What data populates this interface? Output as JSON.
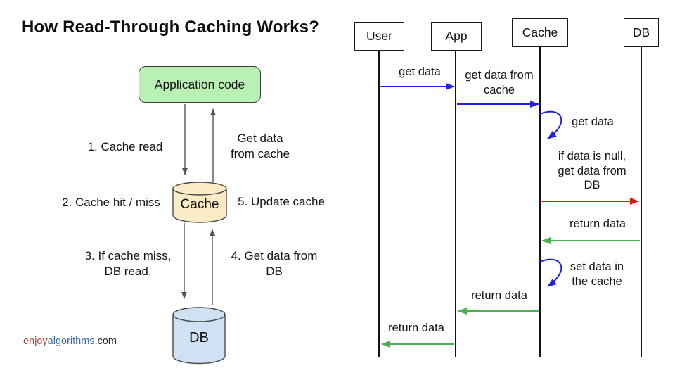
{
  "title": "How Read-Through Caching Works?",
  "watermark": {
    "part1": "enjoy",
    "part2": "algorithms",
    "part3": ".com"
  },
  "flow": {
    "app_box_label": "Application code",
    "cache_label": "Cache",
    "db_label": "DB",
    "labels": {
      "step1": "1. Cache read",
      "get_data_from_cache": "Get data\nfrom cache",
      "step2": "2. Cache hit / miss",
      "step5": "5. Update cache",
      "step3": "3. If cache miss,\nDB read.",
      "step4": "4. Get data from\nDB"
    }
  },
  "sequence": {
    "actors": [
      {
        "label": "User"
      },
      {
        "label": "App"
      },
      {
        "label": "Cache"
      },
      {
        "label": "DB"
      }
    ],
    "messages": {
      "user_to_app": "get data",
      "app_to_cache": "get data from\ncache",
      "cache_self_get": "get data",
      "cache_to_db": "if data is null,\nget data from\nDB",
      "db_to_cache": "return data",
      "cache_self_set": "set data in\nthe cache",
      "cache_to_app": "return data",
      "app_to_user": "return data"
    }
  },
  "colors": {
    "app_box_fill": "#b9f0b3",
    "app_box_border": "#3d3d3d",
    "cache_fill": "#fcecc5",
    "db_fill": "#cfe2f3",
    "cylinder_border": "#4a4a4a",
    "arrow_blue": "#2121dd",
    "arrow_red": "#e81010",
    "arrow_green": "#4caf50",
    "arrow_gray": "#555555",
    "lifeline": "#141414",
    "watermark_enjoy": "#a5492f",
    "watermark_algorithms": "#3c6ea5",
    "watermark_com": "#222222"
  }
}
